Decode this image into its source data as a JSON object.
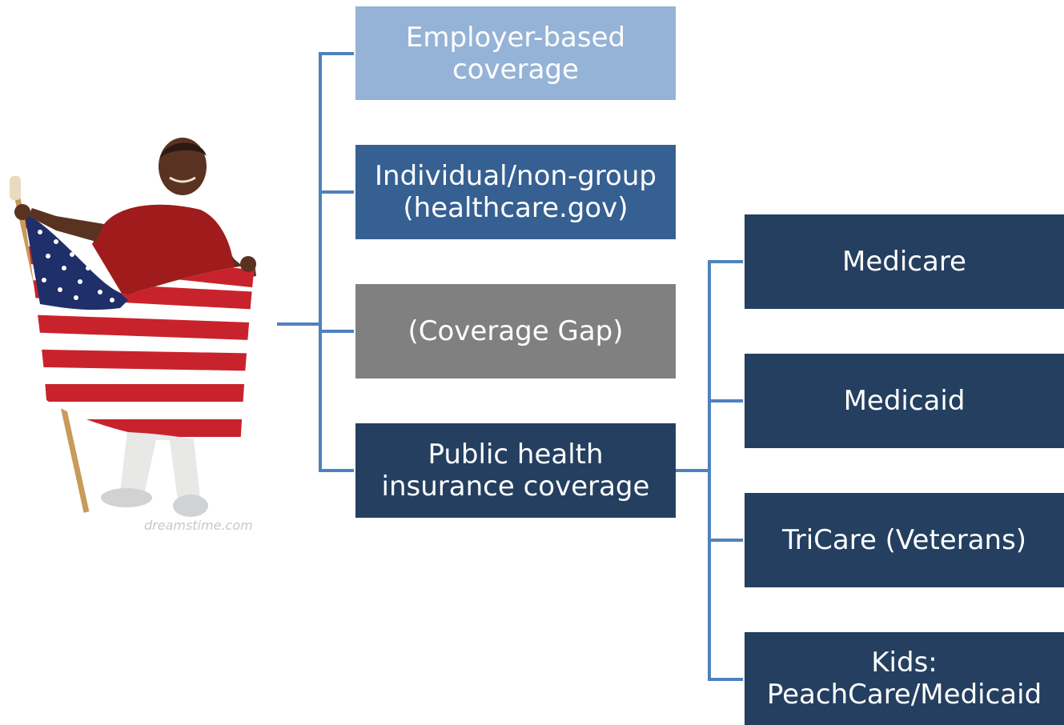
{
  "diagram": {
    "root_boxes": [
      {
        "id": "employer",
        "label": "Employer-based coverage"
      },
      {
        "id": "individual",
        "label": "Individual/non-group (healthcare.gov)"
      },
      {
        "id": "gap",
        "label": "(Coverage Gap)"
      },
      {
        "id": "public",
        "label": "Public health insurance coverage"
      }
    ],
    "public_children": [
      {
        "id": "medicare",
        "label": "Medicare"
      },
      {
        "id": "medicaid",
        "label": "Medicaid"
      },
      {
        "id": "tricare",
        "label": "TriCare (Veterans)"
      },
      {
        "id": "kids",
        "label": "Kids: PeachCare/Medicaid"
      }
    ]
  },
  "photo": {
    "subject": "man holding american flag",
    "watermark": "dreamstime.com"
  },
  "colors": {
    "connector": "#4f81bd",
    "employer_fill": "#95b3d7",
    "individual_fill": "#366092",
    "gap_fill": "#808080",
    "public_fill": "#243f60",
    "text": "#ffffff"
  }
}
